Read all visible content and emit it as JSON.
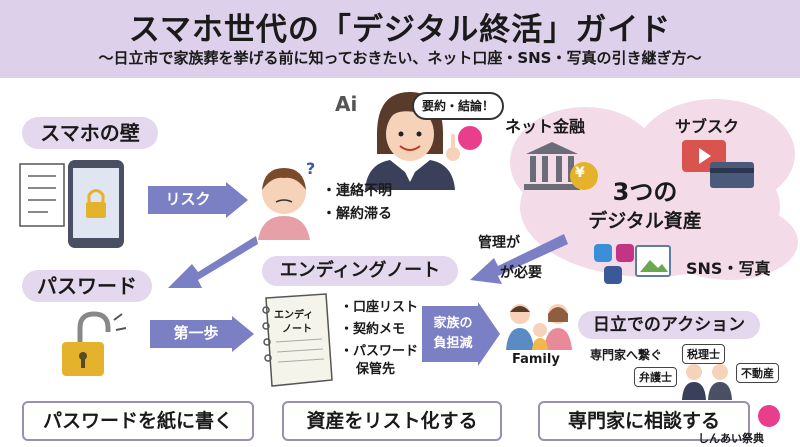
{
  "header": {
    "title": "スマホ世代の「デジタル終活」ガイド",
    "subtitle": "〜日立市で家族葬を挙げる前に知っておきたい、ネット口座・SNS・写真の引き継ぎ方〜"
  },
  "presenter": {
    "ai_label": "Ai",
    "speech": "要約・結論！"
  },
  "smartphone_wall": {
    "title": "スマホの壁",
    "arrow_label": "リスク",
    "risks": [
      "・連絡不明",
      "・解約滞る"
    ]
  },
  "assets": {
    "net_banking": "ネット金融",
    "subscription": "サブスク",
    "center_line1": "3つの",
    "center_line2": "デジタル資産",
    "sns": "SNS・写真",
    "currency_symbol": "¥",
    "arrow_label_top": "管理が",
    "arrow_label_bottom": "が必要"
  },
  "password": {
    "title": "パスワード",
    "arrow_label": "第一歩"
  },
  "ending_note": {
    "title": "エンディングノート",
    "book_line1": "エンディ",
    "book_line2": "ノート",
    "items": [
      "・口座リスト",
      "・契約メモ",
      "・パスワード"
    ],
    "item_cont": "保管先",
    "arrow_line1": "家族の",
    "arrow_line2": "負担減"
  },
  "family": {
    "label": "Family"
  },
  "action": {
    "title": "日立でのアクション",
    "connect": "専門家へ繋ぐ",
    "tax": "税理士",
    "lawyer": "弁護士",
    "realestate": "不動産"
  },
  "bottom": {
    "box1": "パスワードを紙に書く",
    "box2": "資産をリスト化する",
    "box3": "専門家に相談する"
  },
  "footer": {
    "credit": "しんあい祭典"
  },
  "colors": {
    "header_bg": "#ddd0ea",
    "pill_bg": "#e4d8ef",
    "arrow_fill": "#7b7fc4",
    "bubble_bg": "#f3dbe8",
    "logo_pink": "#e83e8c"
  }
}
